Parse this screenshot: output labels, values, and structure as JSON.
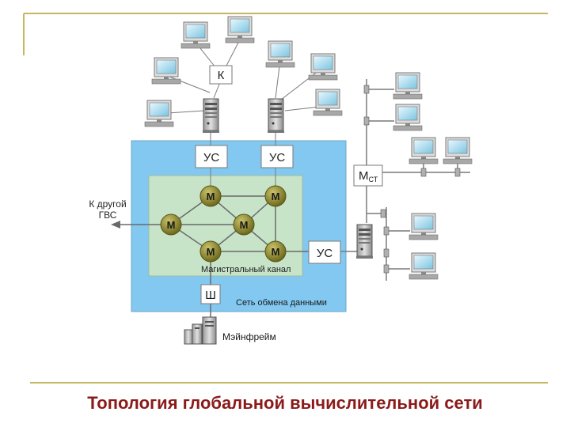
{
  "labels": {
    "k": "К",
    "us_left": "УС",
    "us_mid": "УС",
    "us_right": "УС",
    "m": "М",
    "m_st_main": "М",
    "m_st_sub": "СТ",
    "sh": "Ш",
    "other_gvs_line1": "К другой",
    "other_gvs_line2": "ГВС",
    "backbone": "Магистральный канал",
    "network": "Сеть обмена данными",
    "mainframe": "Мэйнфрейм"
  },
  "title": "Топология глобальной вычислительной сети",
  "colors": {
    "title": "#8B1A1A",
    "network_fill": "#83C8F0",
    "backbone_fill": "#C7E4C8",
    "node_fill": "#8E8A2A",
    "frame_line": "#C8B560"
  }
}
